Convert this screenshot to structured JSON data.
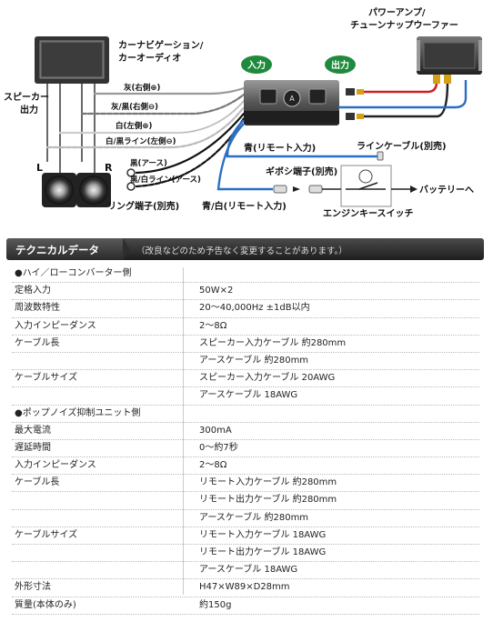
{
  "diagram": {
    "navi_label_1": "カーナビゲーション/",
    "navi_label_2": "カーオーディオ",
    "amp_label_1": "パワーアンプ/",
    "amp_label_2": "チューンナップウーファー",
    "speaker_out_1": "スピーカー",
    "speaker_out_2": "出力",
    "input_badge": "入力",
    "output_badge": "出力",
    "wire_gray_right": "灰(右側⊕)",
    "wire_gray_black_right": "灰/黒(右側⊖)",
    "wire_white_left": "白(左側⊕)",
    "wire_white_black_left": "白/黒ライン(左側⊖)",
    "wire_black_earth": "黒(アース)",
    "wire_black_white_earth": "黒/白ライン(アース)",
    "speaker_l": "L",
    "speaker_r": "R",
    "ring_terminal": "リング端子(別売)",
    "blue_remote_in": "青(リモート入力)",
    "line_cable": "ラインケーブル(別売)",
    "gibosi_terminal": "ギボシ端子(別売)",
    "battery": "バッテリーへ",
    "blue_white_remote": "青/白(リモート入力)",
    "engine_key": "エンジンキースイッチ"
  },
  "header": {
    "title": "テクニカルデータ",
    "note": "（改良などのため予告なく変更することがあります。）"
  },
  "specs": [
    {
      "label": "●ハイ／ローコンバーター側",
      "value": ""
    },
    {
      "label": "定格入力",
      "value": "50W×2"
    },
    {
      "label": "周波数特性",
      "value": "20～40,000Hz ±1dB以内"
    },
    {
      "label": "入力インピーダンス",
      "value": "2～8Ω"
    },
    {
      "label": "ケーブル長",
      "value": "スピーカー入力ケーブル 約280mm"
    },
    {
      "label": "",
      "value": "アースケーブル 約280mm"
    },
    {
      "label": "ケーブルサイズ",
      "value": "スピーカー入力ケーブル 20AWG"
    },
    {
      "label": "",
      "value": "アースケーブル 18AWG"
    },
    {
      "label": "●ポップノイズ抑制ユニット側",
      "value": ""
    },
    {
      "label": "最大電流",
      "value": "300mA"
    },
    {
      "label": "遅延時間",
      "value": "0～約7秒"
    },
    {
      "label": "入力インピーダンス",
      "value": "2～8Ω"
    },
    {
      "label": "ケーブル長",
      "value": "リモート入力ケーブル 約280mm"
    },
    {
      "label": "",
      "value": "リモート出力ケーブル 約280mm"
    },
    {
      "label": "",
      "value": "アースケーブル 約280mm"
    },
    {
      "label": "ケーブルサイズ",
      "value": "リモート入力ケーブル 18AWG"
    },
    {
      "label": "",
      "value": "リモート出力ケーブル 18AWG"
    },
    {
      "label": "",
      "value": "アースケーブル 18AWG"
    },
    {
      "label": "外形寸法",
      "value": "H47×W89×D28mm"
    },
    {
      "label": "質量(本体のみ)",
      "value": "約150g"
    }
  ]
}
